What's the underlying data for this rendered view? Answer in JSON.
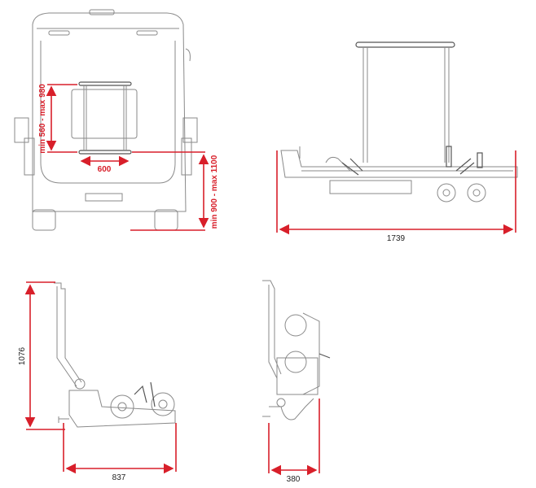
{
  "accent_color": "#d81f2a",
  "views": {
    "rear": {
      "carrier_height_label": "min 560 - max 980",
      "carrier_width_label": "600",
      "ground_clearance_label": "min 900 - max 1100"
    },
    "side": {
      "length_label": "1739"
    },
    "folded_side": {
      "height_label": "1076",
      "depth_label": "837"
    },
    "folded_rear": {
      "width_label": "380"
    }
  }
}
